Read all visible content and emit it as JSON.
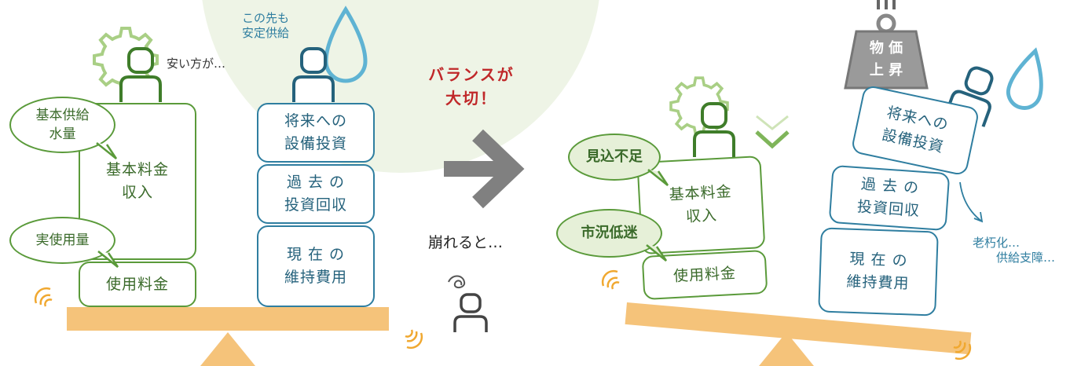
{
  "colors": {
    "green": "#5a9a3a",
    "blue": "#2f7ea0",
    "orange": "#f5c37a",
    "gray": "#808080",
    "red": "#c0282a"
  },
  "left": {
    "bubble_basic": "基本供給\n水量",
    "bubble_actual": "実使用量",
    "box_basic_fee": "基本料金\n収入",
    "box_usage_fee": "使用料金",
    "box_future": "将来への\n設備投資",
    "box_past": "過 去 の\n投資回収",
    "box_current": "現 在 の\n維持費用",
    "note_cheap": "安い方が…",
    "note_supply": "この先も\n安定供給"
  },
  "center": {
    "balance_text": "バランスが\n大切！",
    "collapse_text": "崩れると…"
  },
  "right": {
    "bubble_shortfall": "見込不足",
    "bubble_market": "市況低迷",
    "box_basic_fee": "基本料金\n収入",
    "box_usage_fee": "使用料金",
    "box_future": "将来への\n設備投資",
    "box_past": "過 去 の\n投資回収",
    "box_current": "現 在 の\n維持費用",
    "weight_label_1": "物 価",
    "weight_label_2": "上 昇",
    "note_aging": "老朽化…\n　　供給支障…"
  }
}
